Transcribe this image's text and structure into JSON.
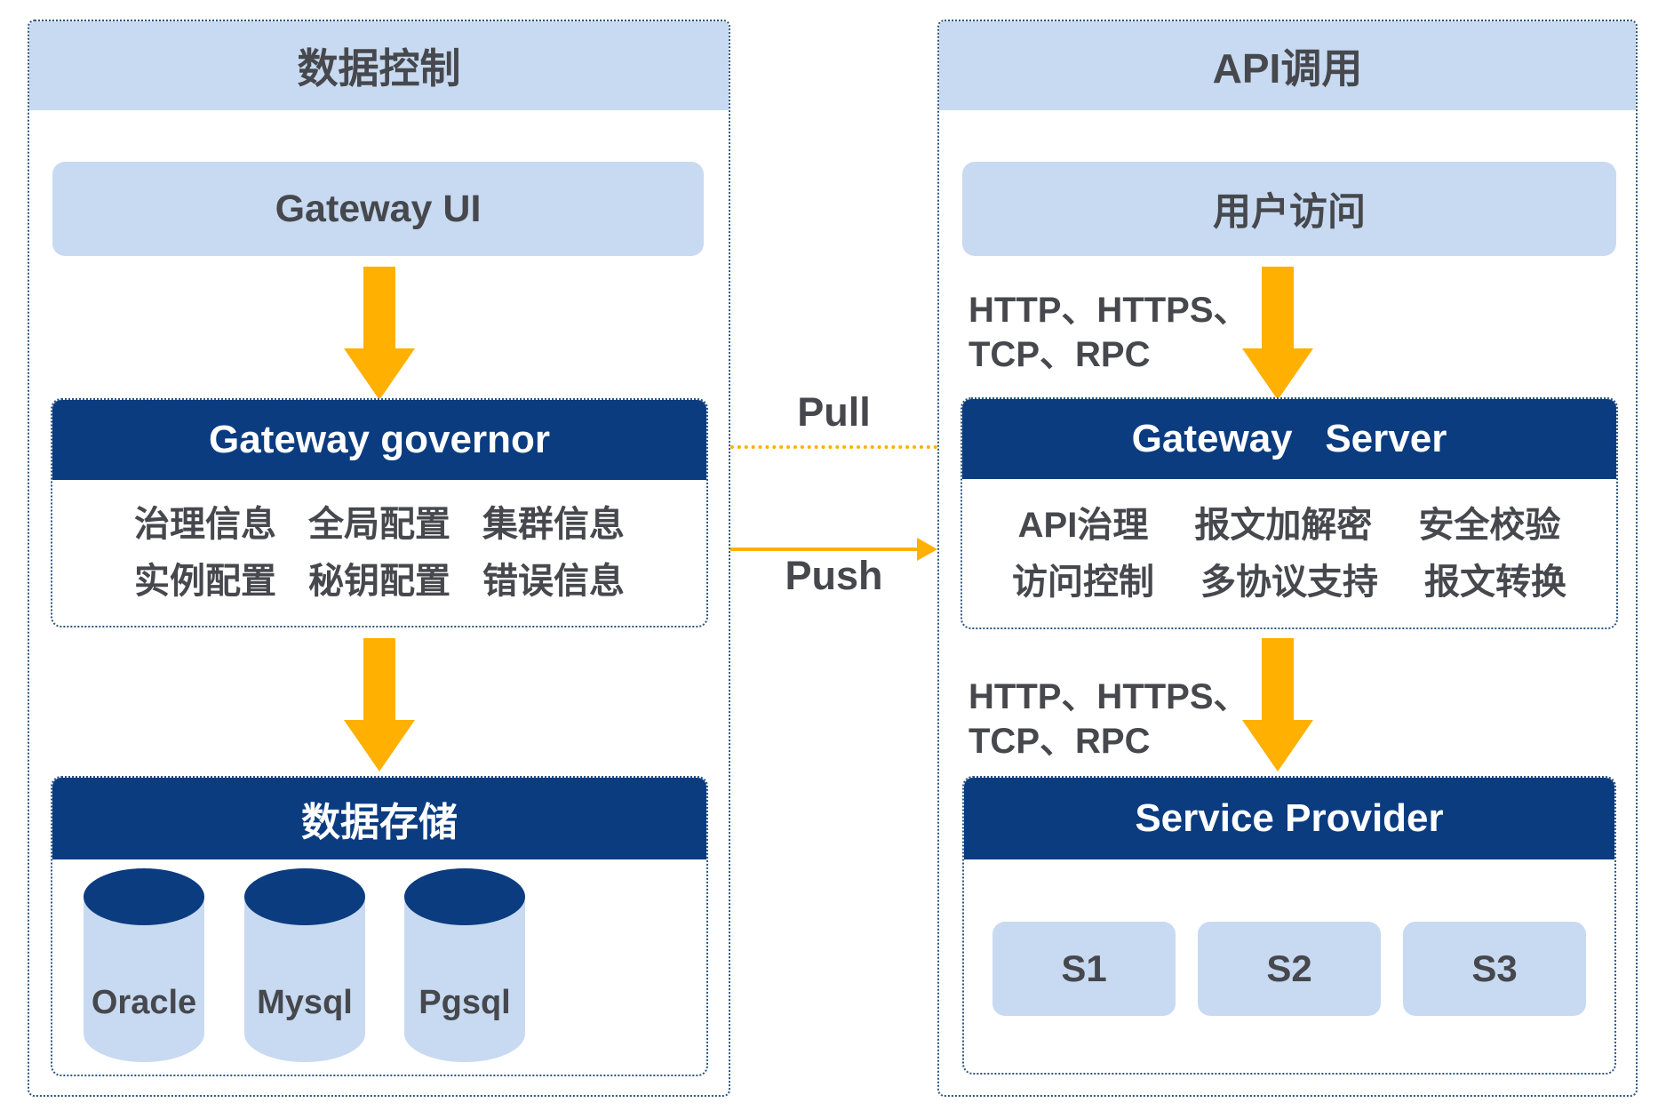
{
  "left_panel": {
    "title": "数据控制",
    "gateway_ui_label": "Gateway UI",
    "governor": {
      "title": "Gateway governor",
      "row1": [
        "治理信息",
        "全局配置",
        "集群信息"
      ],
      "row2": [
        "实例配置",
        "秘钥配置",
        "错误信息"
      ]
    },
    "storage": {
      "title": "数据存储",
      "databases": [
        "Oracle",
        "Mysql",
        "Pgsql"
      ]
    }
  },
  "middle": {
    "pull_label": "Pull",
    "push_label": "Push"
  },
  "right_panel": {
    "title": "API调用",
    "user_access_label": "用户访问",
    "protocol_top": [
      "HTTP、HTTPS、",
      "TCP、RPC"
    ],
    "server": {
      "title": "Gateway   Server",
      "row1": [
        "API治理",
        "报文加解密",
        "安全校验"
      ],
      "row2": [
        "访问控制",
        "多协议支持",
        "报文转换"
      ]
    },
    "protocol_bottom": [
      "HTTP、HTTPS、",
      "TCP、RPC"
    ],
    "provider": {
      "title": "Service Provider",
      "services": [
        "S1",
        "S2",
        "S3"
      ]
    }
  },
  "colors": {
    "light_blue": "#C8DAF1",
    "dark_blue": "#0B3C80",
    "orange": "#FFB000",
    "border_blue": "#2A547F",
    "text_dark": "#46484D"
  }
}
